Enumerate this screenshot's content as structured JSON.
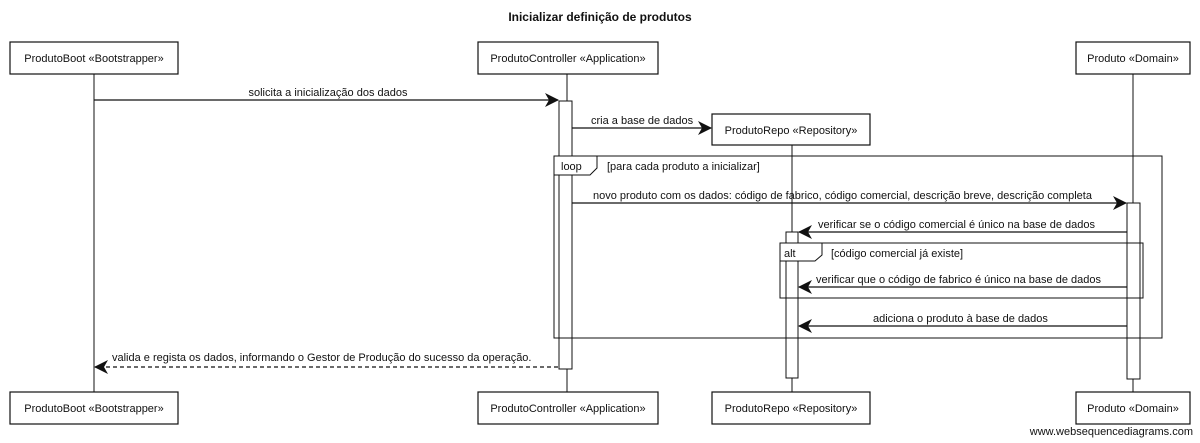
{
  "title": "Inicializar definição de produtos",
  "participants": {
    "boot": "ProdutoBoot «Bootstrapper»",
    "controller": "ProdutoController «Application»",
    "repo": "ProdutoRepo «Repository»",
    "produto": "Produto «Domain»"
  },
  "messages": {
    "m1": "solicita a inicialização dos dados",
    "m2": "cria a base de dados",
    "m3": "novo produto com os dados: código de fabrico, código comercial, descrição breve, descrição completa",
    "m4": "verificar se o código comercial é único na base de dados",
    "m5": "verificar que o código de fabrico é único na base de dados",
    "m6": "adiciona o produto à base de dados",
    "m7": "valida e regista os dados, informando o Gestor de Produção do sucesso da operação."
  },
  "fragments": {
    "loop_tag": "loop",
    "loop_cond": "[para cada produto a inicializar]",
    "alt_tag": "alt",
    "alt_cond": "[código comercial já existe]"
  },
  "watermark": "www.websequencediagrams.com"
}
